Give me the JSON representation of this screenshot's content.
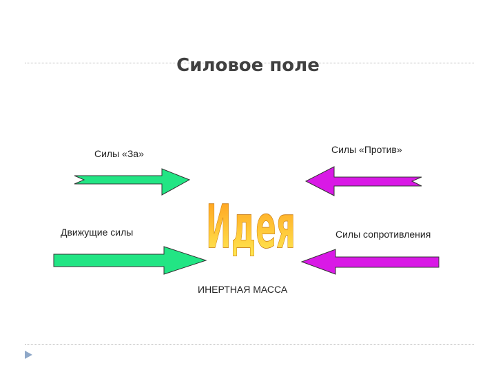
{
  "slide": {
    "title": "Силовое поле",
    "center_word": "Идея",
    "labels": {
      "forces_for": "Силы «За»",
      "forces_against": "Силы «Против»",
      "driving_forces": "Движущие силы",
      "resisting_forces": "Силы сопротивления",
      "inert_mass": "ИНЕРТНАЯ МАССА"
    },
    "colors": {
      "for_arrow": "#22e584",
      "against_arrow": "#d919e6",
      "idea_top": "#ff9a1a",
      "idea_bottom": "#ffee55",
      "title": "#404040",
      "nav_icon": "#8fa8c8"
    },
    "icons": {
      "nav": "play-triangle-icon"
    }
  }
}
